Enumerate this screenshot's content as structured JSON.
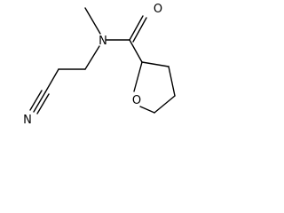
{
  "molecule": {
    "atoms": {
      "n_amide": "N",
      "o_carbonyl": "O",
      "o_ring": "O",
      "n_nitrile": "N"
    },
    "colors": {
      "bond": "#000000",
      "label": "#000000",
      "background": "#ffffff"
    }
  }
}
